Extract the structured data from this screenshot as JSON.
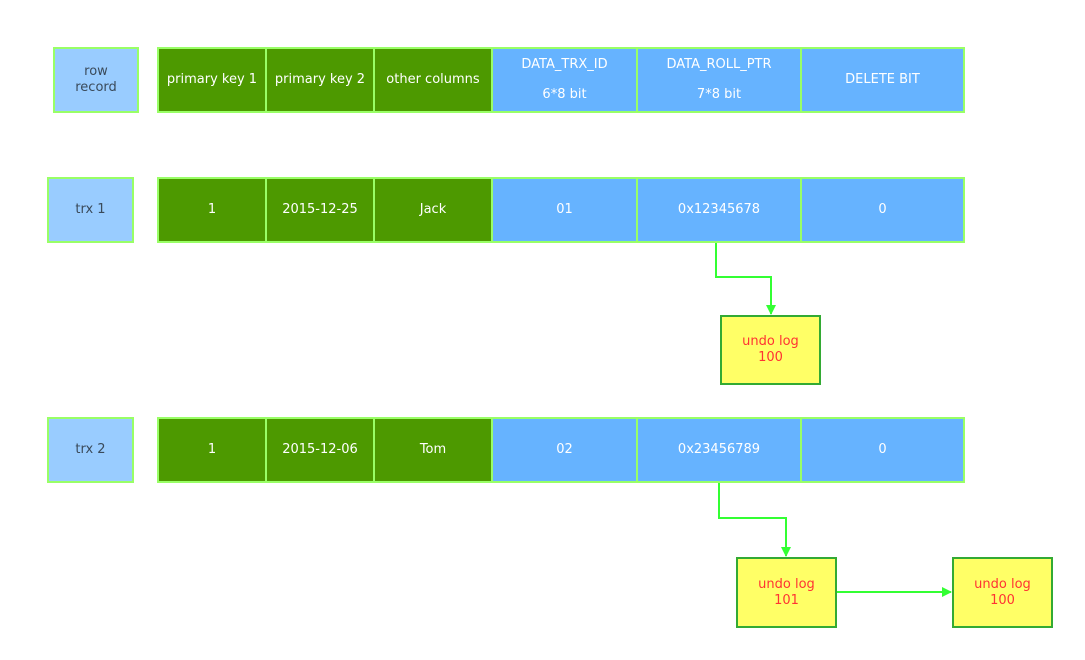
{
  "header": {
    "label_lines": [
      "row",
      "record"
    ],
    "columns": [
      {
        "text": "primary key 1",
        "sub": ""
      },
      {
        "text": "primary key 2",
        "sub": ""
      },
      {
        "text": "other columns",
        "sub": ""
      },
      {
        "text": "DATA_TRX_ID",
        "sub": "6*8 bit"
      },
      {
        "text": "DATA_ROLL_PTR",
        "sub": "7*8 bit"
      },
      {
        "text": "DELETE BIT",
        "sub": ""
      }
    ]
  },
  "rows": [
    {
      "label": "trx 1",
      "values": [
        "1",
        "2015-12-25",
        "Jack",
        "01",
        "0x12345678",
        "0"
      ]
    },
    {
      "label": "trx 2",
      "values": [
        "1",
        "2015-12-06",
        "Tom",
        "02",
        "0x23456789",
        "0"
      ]
    }
  ],
  "undo_logs": [
    {
      "title": "undo log",
      "id": "100"
    },
    {
      "title": "undo log",
      "id": "101"
    },
    {
      "title": "undo log",
      "id": "100"
    }
  ],
  "colors": {
    "key_cell": "#4d9900",
    "hidden_cell": "#66b3ff",
    "label_box": "#99ccff",
    "border": "#99ff66",
    "undo_box": "#ffff66",
    "undo_text": "#ff3333",
    "arrow": "#33ff33"
  }
}
